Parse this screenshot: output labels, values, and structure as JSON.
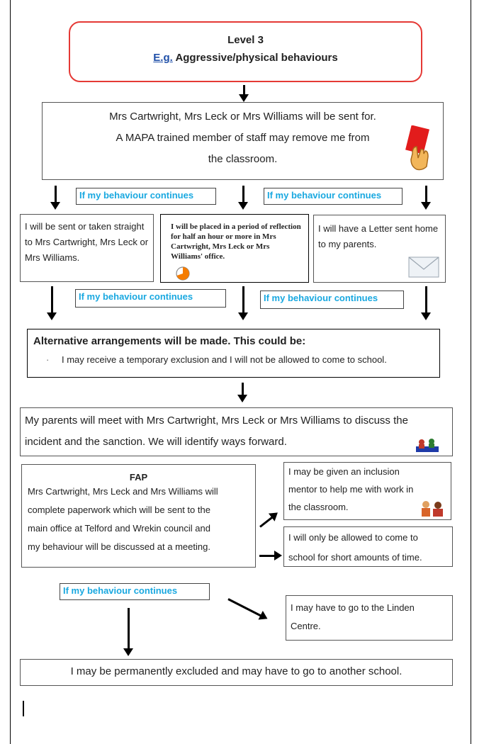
{
  "header": {
    "level": "Level 3",
    "eg_prefix": "E.g.",
    "behaviour": "Aggressive/physical behaviours"
  },
  "step1": {
    "lines": [
      "Mrs Cartwright, Mrs Leck or Mrs Williams will be sent for.",
      "A MAPA trained member of staff may remove me from",
      "the classroom."
    ],
    "icon": "red-card-icon"
  },
  "continues_label": "If my behaviour continues",
  "step2": {
    "left": "I will be sent or taken straight to Mrs Cartwright, Mrs Leck or Mrs Williams.",
    "middle": "I will be placed in a period of reflection for half an hour or more in Mrs Cartwright, Mrs Leck or Mrs Williams' office.",
    "middle_icon": "timer-icon",
    "right": "I will have a Letter sent home to my parents.",
    "right_icon": "envelope-icon"
  },
  "step3": {
    "title": "Alternative arrangements will be made. This could be:",
    "bullet": "·",
    "item": "I may receive a temporary exclusion and I will not be allowed to come to school."
  },
  "step4": {
    "lines": [
      "My parents will meet with Mrs Cartwright, Mrs Leck or Mrs Williams to discuss the",
      "incident and the sanction. We will identify ways forward."
    ],
    "icon": "meeting-icon"
  },
  "fap": {
    "title": "FAP",
    "lines": [
      "Mrs Cartwright, Mrs Leck and Mrs Williams will",
      "complete paperwork which will be sent to the",
      "main office at Telford and Wrekin council and",
      "my behaviour will be discussed at a meeting."
    ]
  },
  "mentor": {
    "lines": [
      "I may be given an inclusion",
      "mentor to help me with work in",
      "the classroom."
    ],
    "icon": "mentor-icon"
  },
  "short_time": {
    "lines": [
      "I will only be allowed to come to",
      "school for short amounts of time."
    ]
  },
  "linden": {
    "lines": [
      "I may have to go to the Linden",
      "Centre."
    ]
  },
  "final": {
    "text": "I may be permanently excluded and may have to go to another school."
  },
  "colors": {
    "header_border": "#e53935",
    "continues_text": "#19a8e0",
    "eg_link": "#1f4fa8"
  }
}
